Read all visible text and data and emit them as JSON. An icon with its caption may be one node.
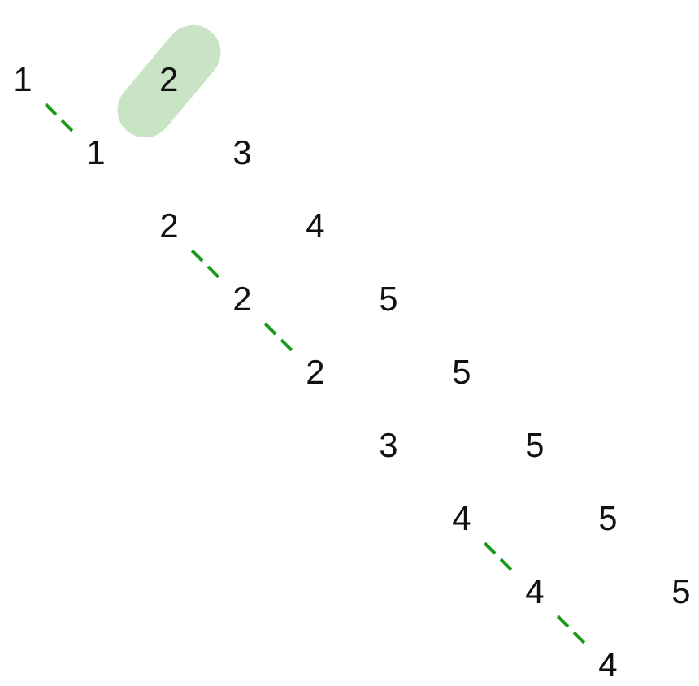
{
  "diagram": {
    "nodes": [
      {
        "text": [
          "1"
        ]
      },
      {
        "text": [
          "2"
        ]
      },
      {
        "text": [
          "1"
        ]
      },
      {
        "text": [
          "3"
        ]
      },
      {
        "text": [
          "2"
        ]
      },
      {
        "text": [
          "4"
        ]
      },
      {
        "text": [
          "2"
        ]
      },
      {
        "text": [
          "5"
        ]
      },
      {
        "text": [
          "2"
        ]
      },
      {
        "text": [
          "5"
        ]
      },
      {
        "text": [
          "3"
        ]
      },
      {
        "text": [
          "5"
        ]
      },
      {
        "text": [
          "4"
        ]
      },
      {
        "text": [
          "5"
        ]
      },
      {
        "text": [
          "4"
        ]
      },
      {
        "text": [
          "5"
        ]
      },
      {
        "text": [
          "4"
        ]
      }
    ],
    "edges": [
      {
        "from": 0,
        "to": 2,
        "arrow": "none",
        "style": "dashed"
      },
      {
        "from": 4,
        "to": 6,
        "arrow": "none",
        "style": "dashed"
      },
      {
        "from": 6,
        "to": 8,
        "arrow": "none",
        "style": "dashed"
      },
      {
        "from": 12,
        "to": 14,
        "arrow": "none",
        "style": "dashed"
      },
      {
        "from": 14,
        "to": 16,
        "arrow": "none",
        "style": "dashed"
      }
    ]
  }
}
